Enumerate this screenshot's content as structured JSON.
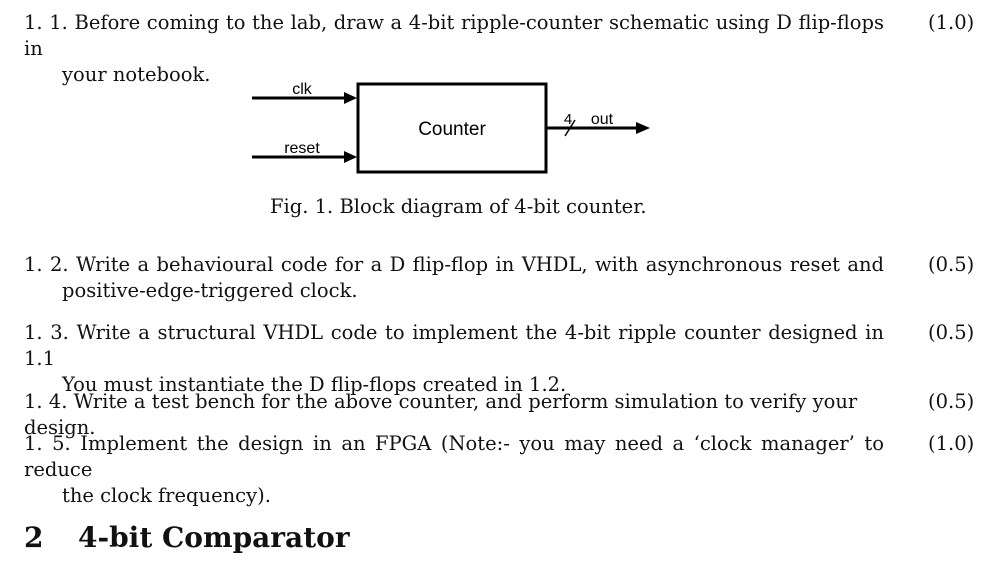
{
  "items": [
    {
      "number": "1. 1.",
      "line1": "Before coming to the lab, draw a 4-bit ripple-counter schematic using D flip-flops in",
      "line2": "your notebook.",
      "points": "(1.0)"
    },
    {
      "number": "1. 2.",
      "line1": "Write a behavioural code for a D flip-flop in VHDL, with asynchronous reset and",
      "line2": "positive-edge-triggered clock.",
      "points": "(0.5)"
    },
    {
      "number": "1. 3.",
      "line1": "Write a structural VHDL code to implement the 4-bit ripple counter designed in 1.1",
      "line2": "You must instantiate the D flip-flops created in 1.2.",
      "points": "(0.5)"
    },
    {
      "number": "1. 4.",
      "line1": "Write a test bench for the above counter, and perform simulation to verify your design.",
      "line2": "",
      "points": "(0.5)"
    },
    {
      "number": "1. 5.",
      "line1": "Implement the design in an FPGA (Note:- you may need a ‘clock manager’ to reduce",
      "line2": "the clock frequency).",
      "points": "(1.0)"
    }
  ],
  "figure": {
    "block_label": "Counter",
    "input_clk": "clk",
    "input_reset": "reset",
    "output_label": "out",
    "bus_width": "4",
    "caption": "Fig. 1. Block diagram of 4-bit counter."
  },
  "section": {
    "number": "2",
    "title": "4-bit Comparator"
  }
}
